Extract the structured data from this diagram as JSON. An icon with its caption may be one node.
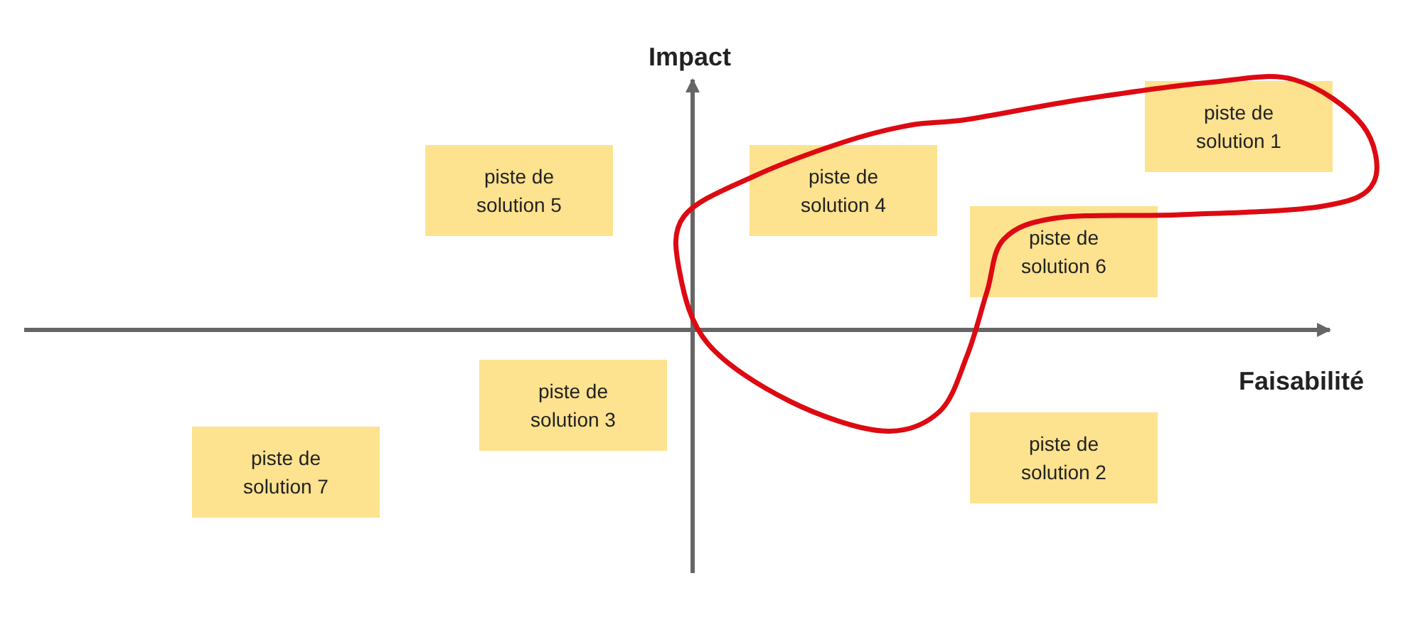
{
  "diagram": {
    "nodes": [
      {
        "text": [
          "piste de solution 1"
        ]
      },
      {
        "text": [
          "piste de solution 5"
        ]
      },
      {
        "text": [
          "piste de solution 4"
        ]
      },
      {
        "text": [
          "piste de solution 6"
        ]
      },
      {
        "text": [
          "piste de solution 3"
        ]
      },
      {
        "text": [
          "piste de solution 2"
        ]
      },
      {
        "text": [
          "piste de solution 7"
        ]
      }
    ],
    "labels": [
      "Impact",
      "Faisabilité"
    ]
  }
}
